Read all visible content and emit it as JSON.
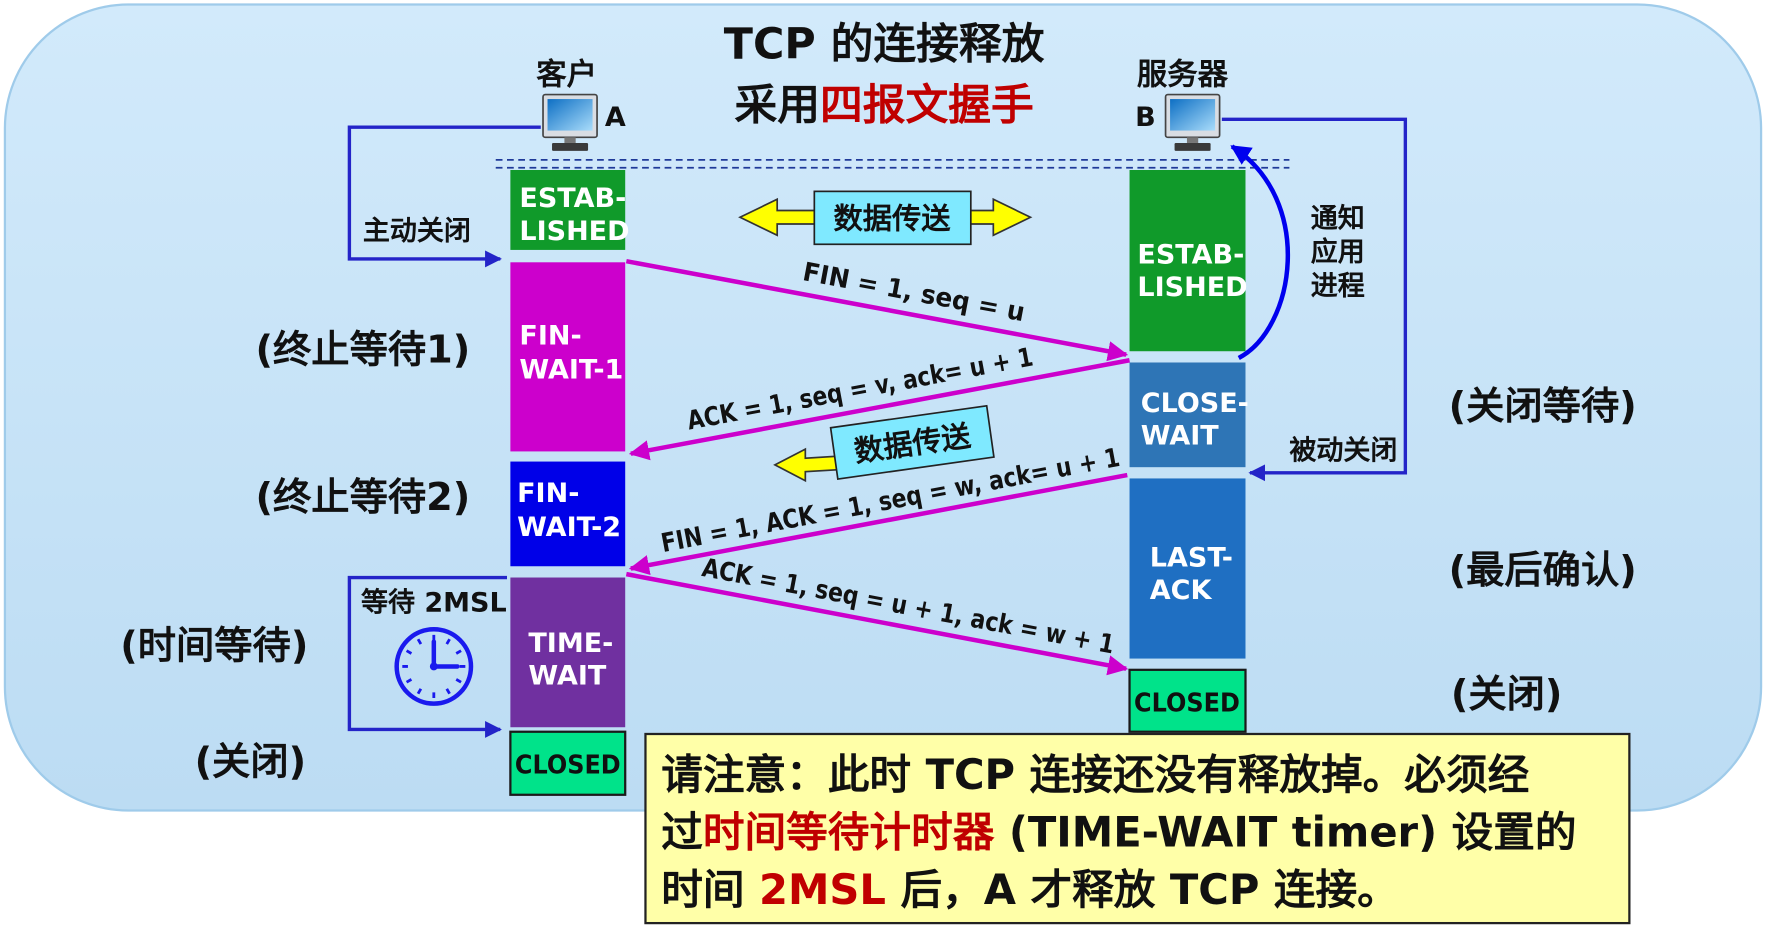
{
  "title": {
    "line1": "TCP 的连接释放",
    "line2_prefix": "采用",
    "line2_highlight": "四报文握手"
  },
  "hosts": {
    "client": {
      "name": "客户",
      "letter": "A",
      "action": "主动关闭",
      "icon": "computer-icon"
    },
    "server": {
      "name": "服务器",
      "letter": "B",
      "action": "被动关闭",
      "notify": [
        "通知",
        "应用",
        "进程"
      ],
      "icon": "computer-icon"
    }
  },
  "client_states": [
    {
      "lines": [
        "ESTAB-",
        "LISHED"
      ],
      "color": "#109a2a"
    },
    {
      "lines": [
        "FIN-",
        "WAIT-1"
      ],
      "label": "(终止等待1)",
      "color": "#cc00cc"
    },
    {
      "lines": [
        "FIN-",
        "WAIT-2"
      ],
      "label": "(终止等待2)",
      "color": "#0000e8"
    },
    {
      "lines": [
        "TIME-",
        "WAIT"
      ],
      "label": "(时间等待)",
      "color": "#7030a0"
    },
    {
      "lines": [
        "CLOSED"
      ],
      "label": "(关闭)",
      "color": "#00e38a"
    }
  ],
  "server_states": [
    {
      "lines": [
        "ESTAB-",
        "LISHED"
      ],
      "color": "#109a2a"
    },
    {
      "lines": [
        "CLOSE-",
        "WAIT"
      ],
      "label": "(关闭等待)",
      "color": "#2e75b6"
    },
    {
      "lines": [
        "LAST-",
        "ACK"
      ],
      "label": "(最后确认)",
      "color": "#1f6fc2"
    },
    {
      "lines": [
        "CLOSED"
      ],
      "label": "(关闭)",
      "color": "#00e38a"
    }
  ],
  "segments": [
    "FIN = 1, seq = u",
    "ACK = 1, seq = v, ack= u + 1",
    "FIN = 1, ACK = 1, seq = w, ack= u + 1",
    "ACK = 1, seq = u + 1, ack = w + 1"
  ],
  "data_transfer": {
    "bidirectional": "数据传送",
    "server_to_client": "数据传送"
  },
  "time_wait": {
    "label": "等待 2MSL",
    "icon": "clock-icon"
  },
  "note": {
    "line1": "请注意：此时 TCP 连接还没有释放掉。必须经",
    "line2_a": "过",
    "line2_highlight": "时间等待计时器",
    "line2_b": " (TIME-WAIT timer) 设置的",
    "line3_a": "时间 ",
    "line3_highlight": "2MSL",
    "line3_b": " 后，A 才释放 TCP 连接。"
  },
  "colors": {
    "background": "#c6e3f7",
    "segment_arrow": "#cc00cc",
    "control_line": "#2424c8",
    "highlight": "#c00000",
    "note_background": "#ffffa8",
    "data_box": "#7fe9ff",
    "data_arrow": "#ffff00"
  }
}
